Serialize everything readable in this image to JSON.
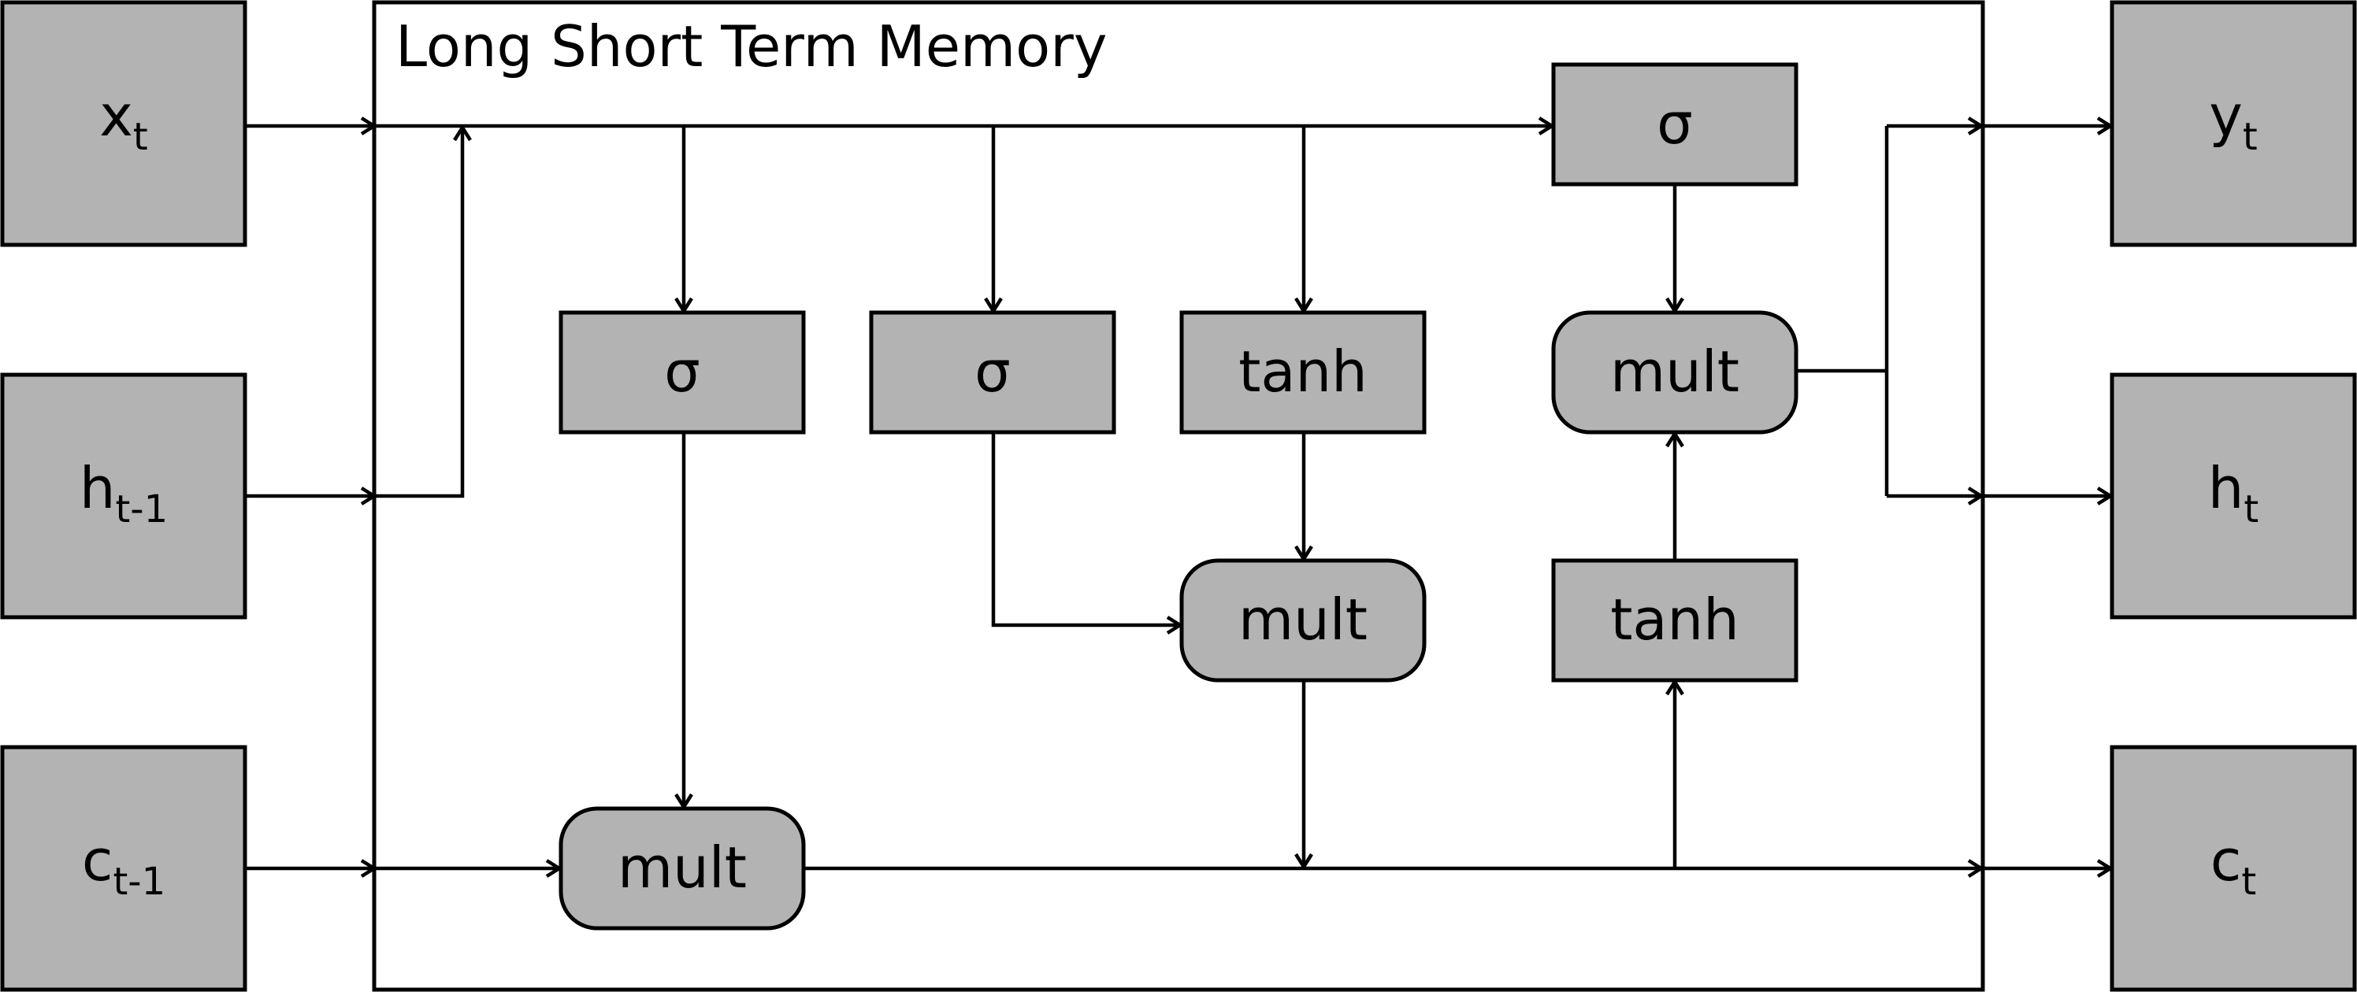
{
  "title": "Long Short Term Memory",
  "inputs": {
    "x": {
      "base": "x",
      "sub": "t"
    },
    "h_prev": {
      "base": "h",
      "sub": "t-1"
    },
    "c_prev": {
      "base": "c",
      "sub": "t-1"
    }
  },
  "outputs": {
    "y": {
      "base": "y",
      "sub": "t"
    },
    "h": {
      "base": "h",
      "sub": "t"
    },
    "c": {
      "base": "c",
      "sub": "t"
    }
  },
  "gates": {
    "forget_gate": "σ",
    "input_gate": "σ",
    "candidate": "tanh",
    "output_gate": "σ",
    "cell_tanh": "tanh"
  },
  "operations": {
    "forget_mult": "mult",
    "input_mult": "mult",
    "output_mult": "mult"
  }
}
